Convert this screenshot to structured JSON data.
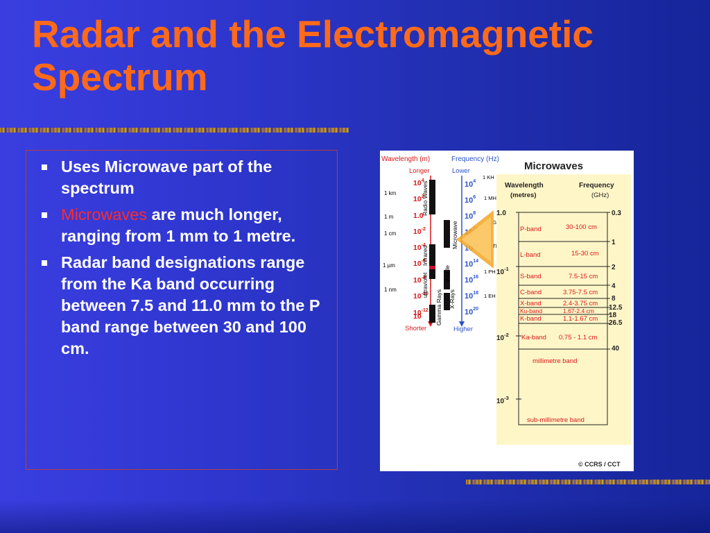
{
  "slide": {
    "title_line1": "Radar and the Electromagnetic",
    "title_line2": "Spectrum"
  },
  "bullets": [
    {
      "text": "Uses Microwave part of the spectrum"
    },
    {
      "highlight": "Microwaves",
      "text": " are much longer, ranging from 1 mm to 1 metre."
    },
    {
      "text": "Radar band designations range from the Ka band occurring between 7.5 and 11.0 mm to the P band range between 30 and 100 cm."
    }
  ],
  "colors": {
    "title": "#ff6a1a",
    "highlight": "#ff2a2a",
    "figure_panel": "#fff6c8",
    "figure_text": "#d81818",
    "figure_freq": "#2a52c8"
  },
  "figure": {
    "headers": {
      "wavelength": "Wavelength (m)",
      "frequency": "Frequency (Hz)",
      "longer": "Longer",
      "lower": "Lower",
      "shorter": "Shorter",
      "higher": "Higher"
    },
    "wl_ticks": [
      "10",
      "10",
      "1.0",
      "10",
      "10",
      "10",
      "10",
      "10",
      "10",
      "10"
    ],
    "wl_exps": [
      "4",
      "2",
      "",
      "-2",
      "-4",
      "-6",
      "-8",
      "-10",
      "-12",
      ""
    ],
    "wl_labels": [
      "1 km",
      "1 m",
      "1 cm",
      "1 µm",
      "1 nm"
    ],
    "freq_ticks": [
      "10",
      "10",
      "10",
      "10",
      "10",
      "10",
      "10",
      "10",
      "10"
    ],
    "freq_exps": [
      "4",
      "6",
      "8",
      "10",
      "12",
      "14",
      "16",
      "18",
      "20"
    ],
    "freq_labels": [
      "1 KH",
      "1 MH",
      "1 GH",
      "1 TH",
      "1 PH",
      "1 EH"
    ],
    "regions": [
      "Radio Waves",
      "Microwave",
      "Infrared",
      "Visible",
      "ultraviolet",
      "X-Rays",
      "Gamma Rays"
    ],
    "panel_title": "Microwaves",
    "panel_wl_head1": "Wavelength",
    "panel_wl_head2": "(metres)",
    "panel_freq_head1": "Frequency",
    "panel_freq_head2": "(GHz)",
    "wl_scale": [
      {
        "main": "1.0",
        "exp": ""
      },
      {
        "main": "10",
        "exp": "-1"
      },
      {
        "main": "10",
        "exp": "-2"
      },
      {
        "main": "10",
        "exp": "-3"
      }
    ],
    "freq_scale": [
      "0.3",
      "1",
      "2",
      "4",
      "8",
      "12.5",
      "18",
      "26.5",
      "40"
    ],
    "bands": [
      {
        "name": "P-band",
        "range": "30-100 cm"
      },
      {
        "name": "L-band",
        "range": "15-30 cm"
      },
      {
        "name": "S-band",
        "range": "7.5-15 cm"
      },
      {
        "name": "C-band",
        "range": "3.75-7.5 cm"
      },
      {
        "name": "X-band",
        "range": "2.4-3.75 cm"
      },
      {
        "name": "Ku-band",
        "range": "1.67-2.4 cm"
      },
      {
        "name": "K-band",
        "range": "1.1-1.67 cm"
      },
      {
        "name": "Ka-band",
        "range": "0.75 - 1.1 cm"
      }
    ],
    "mm_band": "millimetre band",
    "submm_band": "sub-millimetre band",
    "credit": "© CCRS / CCT"
  }
}
